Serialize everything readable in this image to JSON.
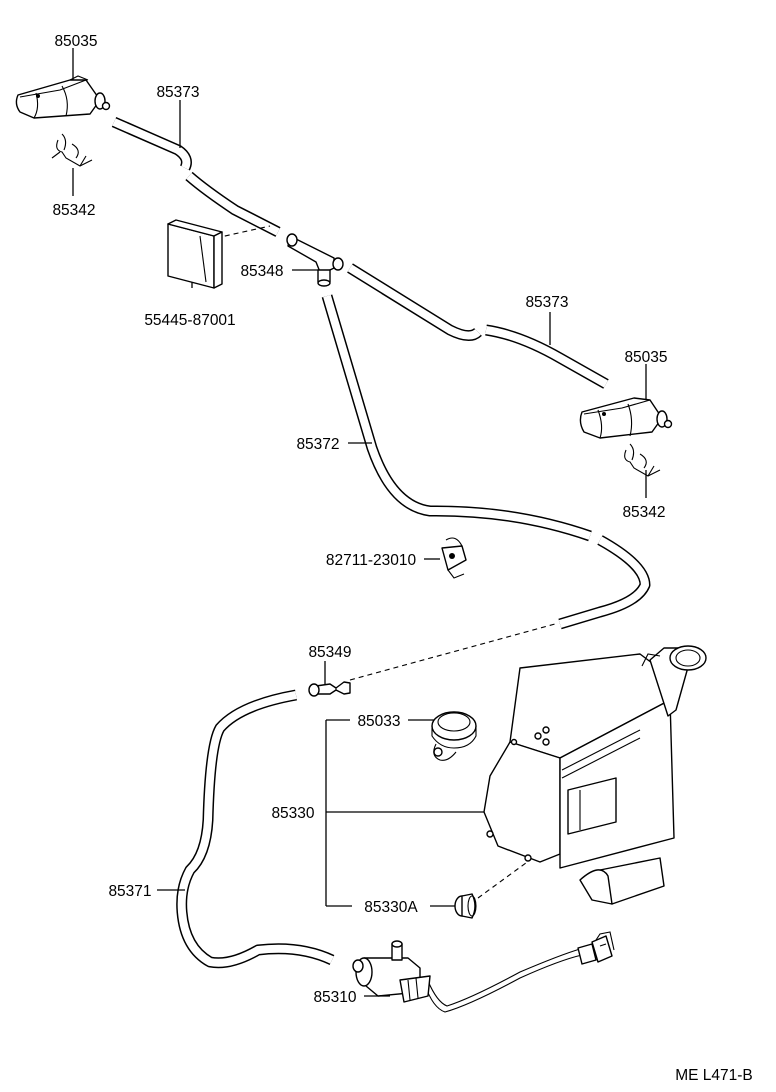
{
  "diagram": {
    "code": "ME L471-B",
    "labels": {
      "nozzle_left": "85035",
      "hose_upper_left": "85373",
      "clip_left": "85342",
      "label_plate": "55445-87001",
      "joint": "85348",
      "hose_upper_right": "85373",
      "nozzle_right": "85035",
      "clip_right": "85342",
      "hose_main": "85372",
      "clamp": "82711-23010",
      "check_valve": "85349",
      "tank_cap": "85033",
      "tank": "85330",
      "hose_lower": "85371",
      "grommet": "85330A",
      "pump_motor": "85310"
    }
  }
}
